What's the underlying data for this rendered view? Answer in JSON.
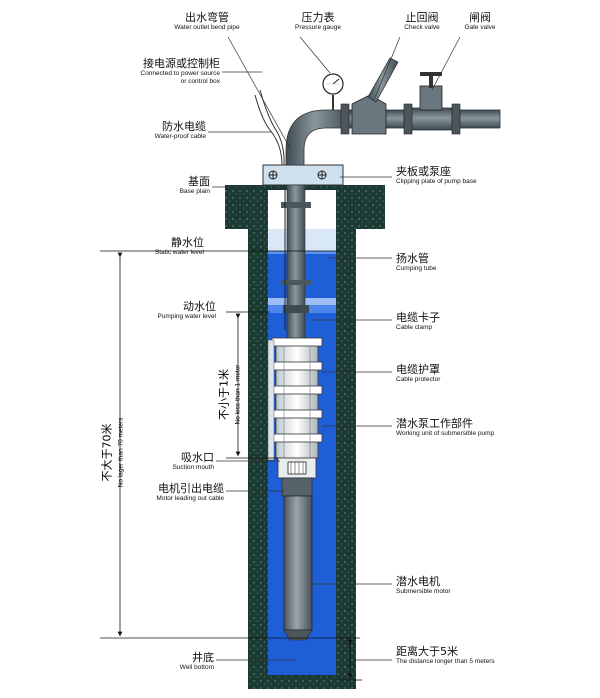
{
  "labels": {
    "outlet_pipe": {
      "cn": "出水弯管",
      "en": "Water outlet bend pipe"
    },
    "pressure_gauge": {
      "cn": "压力表",
      "en": "Pressure gauge"
    },
    "check_valve": {
      "cn": "止回阀",
      "en": "Check valve"
    },
    "gate_valve": {
      "cn": "闸阀",
      "en": "Gate valve"
    },
    "power_source": {
      "cn": "接电源或控制柜",
      "en1": "Connected to power source",
      "en2": "or control box"
    },
    "waterproof_cable": {
      "cn": "防水电缆",
      "en": "Water-proof cable"
    },
    "base_plain": {
      "cn": "基面",
      "en": "Base plain"
    },
    "clipping_plate": {
      "cn": "夹板或泵座",
      "en": "Clipping plate of pump base"
    },
    "static_water": {
      "cn": "静水位",
      "en": "Static water level"
    },
    "cumping_tube": {
      "cn": "扬水管",
      "en": "Cumping tube"
    },
    "pumping_water": {
      "cn": "动水位",
      "en": "Pumping water level"
    },
    "cable_clamp": {
      "cn": "电缆卡子",
      "en": "Cable clamp"
    },
    "cable_protector": {
      "cn": "电缆护罩",
      "en": "Cable protector"
    },
    "working_unit": {
      "cn": "潜水泵工作部件",
      "en": "Working unit of submersible pump"
    },
    "suction_mouth": {
      "cn": "吸水口",
      "en": "Suction mouth"
    },
    "motor_cable": {
      "cn": "电机引出电缆",
      "en": "Motor leading out cable"
    },
    "submersible_motor": {
      "cn": "潜水电机",
      "en": "Submersible motor"
    },
    "well_bottom": {
      "cn": "井底",
      "en": "Well bottom"
    },
    "distance_5m": {
      "cn": "距离大于5米",
      "en": "The distance longer than 5 meters"
    },
    "not_less_1m": {
      "cn": "不小于1米",
      "en": "No less than 1 meter"
    },
    "not_more_70m": {
      "cn": "不大于70米",
      "en": "No lager than 70 meters"
    }
  },
  "colors": {
    "well_wall": "#1a3a33",
    "water": "#1e5fd8",
    "water_light": "#d9e8f7",
    "pipe": "#5f6f77",
    "cover": "#cfe0ee"
  }
}
